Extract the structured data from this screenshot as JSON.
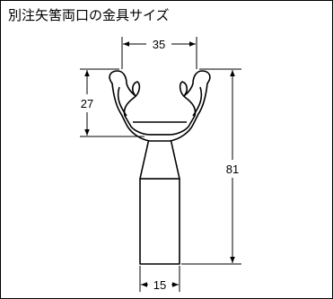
{
  "title": "別注矢筈両口の金具サイズ",
  "dimensions": {
    "top_width": "35",
    "fork_height": "27",
    "total_height": "81",
    "bottom_width": "15"
  },
  "colors": {
    "line": "#000000",
    "background": "#ffffff"
  }
}
